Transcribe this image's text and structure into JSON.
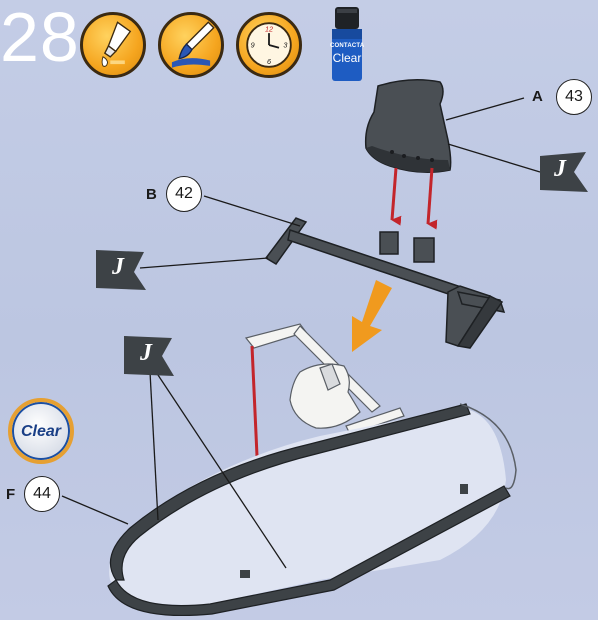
{
  "step": {
    "number": "28"
  },
  "icons": [
    {
      "name": "glue-icon"
    },
    {
      "name": "paint-brush-icon"
    },
    {
      "name": "drying-time-clock-icon",
      "clock_numerals": [
        "12",
        "3",
        "6",
        "9"
      ]
    }
  ],
  "paint": {
    "brand": "CONTACTA",
    "label": "Clear"
  },
  "callouts": [
    {
      "letter": "A",
      "number": "43"
    },
    {
      "letter": "B",
      "number": "42"
    },
    {
      "letter": "F",
      "number": "44"
    }
  ],
  "glue_flag_letter": "J",
  "clear_badge": {
    "label": "Clear"
  },
  "colors": {
    "background": "#bfc8e2",
    "part_dark": "#3d4246",
    "arrow_red": "#c3252b",
    "arrow_orange": "#f09a1e",
    "icon_orange": "#f5a51f"
  }
}
